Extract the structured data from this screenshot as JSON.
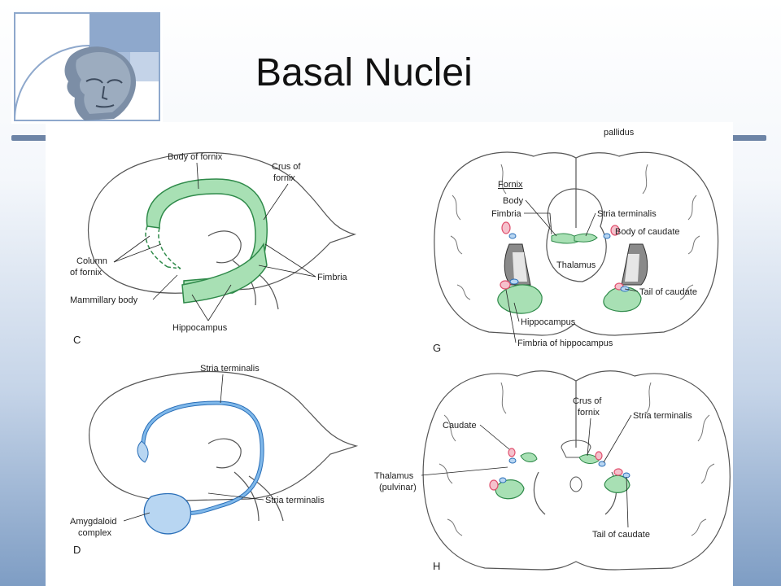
{
  "slide": {
    "title": "Basal Nuclei"
  },
  "colors": {
    "fornix_green": "#a8e0b4",
    "stria_blue": "#7fb8ea",
    "caudate_red": "#e0506e"
  },
  "panel_c": {
    "letter": "C",
    "labels": {
      "body_of_fornix": "Body of fornix",
      "crus_line1": "Crus of",
      "crus_line2": "fornix",
      "column_line1": "Column",
      "column_line2": "of fornix",
      "mammillary": "Mammillary body",
      "fimbria": "Fimbria",
      "hippocampus": "Hippocampus"
    }
  },
  "panel_d": {
    "letter": "D",
    "labels": {
      "stria_top": "Stria terminalis",
      "stria_right": "Stria terminalis",
      "amygdaloid_line1": "Amygdaloid",
      "amygdaloid_line2": "complex"
    }
  },
  "panel_g": {
    "letter": "G",
    "labels": {
      "top_partial": "pallidus",
      "fornix": "Fornix",
      "body": "Body",
      "fimbria": "Fimbria",
      "stria_terminalis": "Stria terminalis",
      "body_of_caudate": "Body of caudate",
      "thalamus": "Thalamus",
      "tail_of_caudate": "Tail of caudate",
      "hippocampus": "Hippocampus",
      "fimbria_of_hippocampus": "Fimbria of hippocampus"
    }
  },
  "panel_h": {
    "letter": "H",
    "labels": {
      "crus_line1": "Crus of",
      "crus_line2": "fornix",
      "stria_terminalis": "Stria terminalis",
      "caudate": "Caudate",
      "thalamus_line1": "Thalamus",
      "thalamus_line2": "(pulvinar)",
      "tail_of_caudate": "Tail of caudate"
    }
  }
}
